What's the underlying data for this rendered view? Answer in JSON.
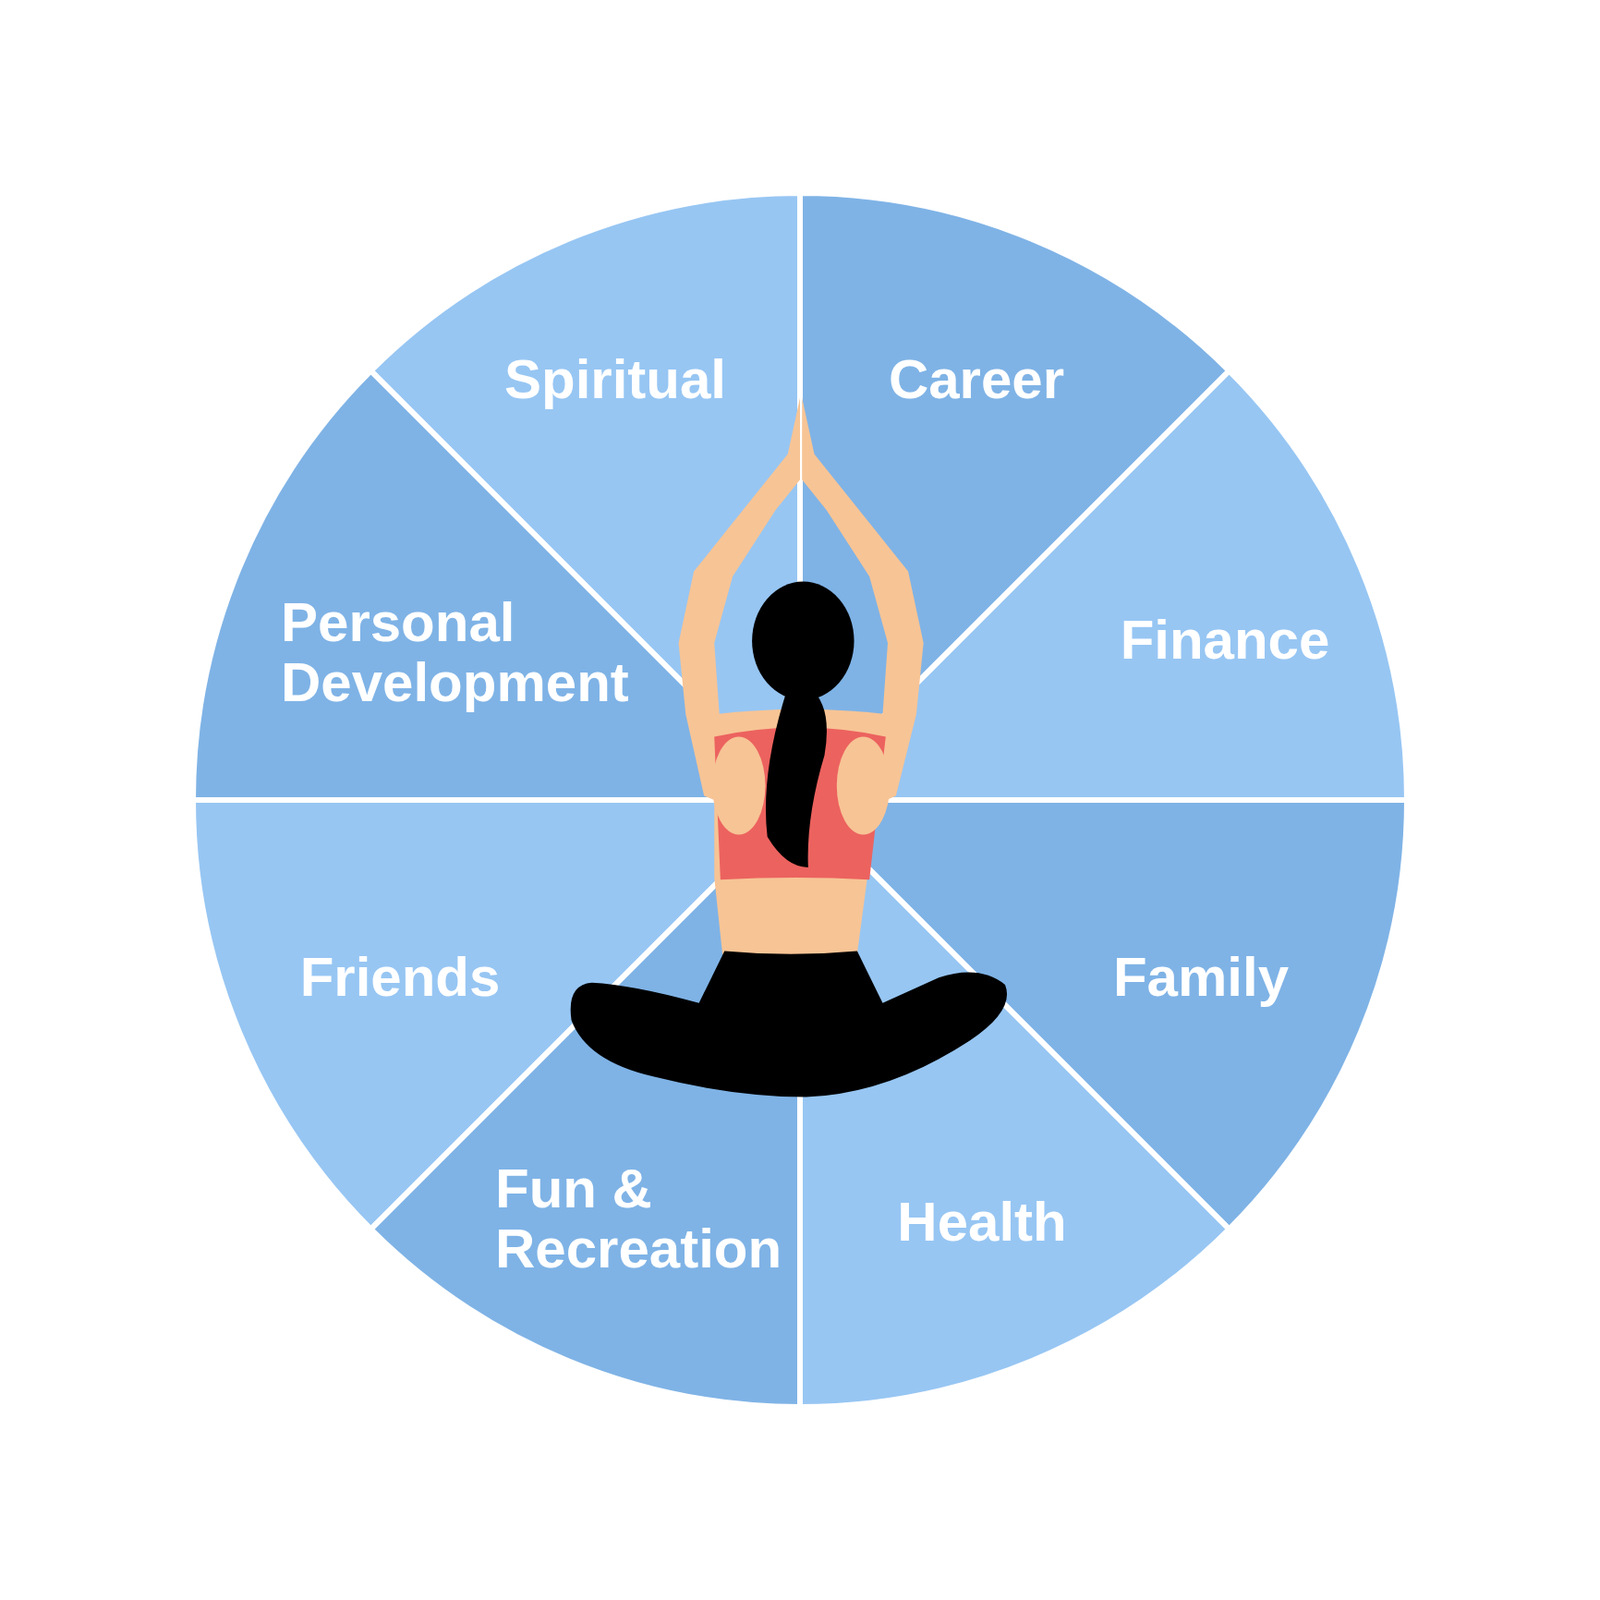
{
  "diagram": {
    "nodes": [
      {
        "text": [
          "Spiritual"
        ]
      },
      {
        "text": [
          "Career"
        ]
      },
      {
        "text": [
          "Personal Development"
        ]
      },
      {
        "text": [
          "Finance"
        ]
      },
      {
        "text": [
          "Friends"
        ]
      },
      {
        "text": [
          "Family"
        ]
      },
      {
        "text": [
          "Fun & Recreation"
        ]
      },
      {
        "text": [
          "Health"
        ]
      }
    ]
  }
}
